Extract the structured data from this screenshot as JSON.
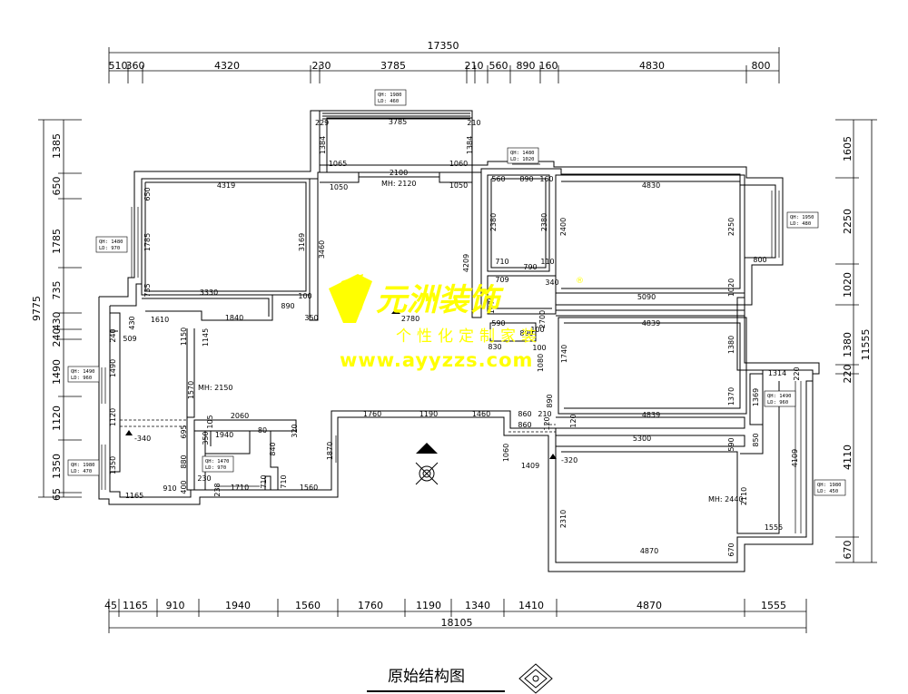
{
  "title": "原始结构图",
  "watermark": {
    "brand": "元洲装饰",
    "reg": "®",
    "slogan": "个性化定制家装",
    "url": "www.ayyzzs.com"
  },
  "top_total": "17350",
  "top_dims": [
    "510",
    "360",
    "4320",
    "230",
    "3785",
    "210",
    "560",
    "890",
    "160",
    "4830",
    "800"
  ],
  "bottom_total": "18105",
  "bottom_dims": [
    "45",
    "1165",
    "910",
    "1940",
    "1560",
    "1760",
    "1190",
    "1340",
    "1410",
    "4870",
    "1555"
  ],
  "left_total": "9775",
  "left_dims": [
    "1385",
    "650",
    "1785",
    "735",
    "430",
    "240",
    "1490",
    "1120",
    "1350",
    "65"
  ],
  "right_total": "11555",
  "right_dims": [
    "1605",
    "2250",
    "1020",
    "1380",
    "220",
    "4110",
    "670"
  ],
  "window_tags": [
    {
      "qh": "QH: 1980",
      "ld": "LD:  460"
    },
    {
      "qh": "QH: 1480",
      "ld": "LD: 1020"
    },
    {
      "qh": "QH: 1480",
      "ld": "LD:  970"
    },
    {
      "qh": "QH: 1950",
      "ld": "LD:  480"
    },
    {
      "qh": "QH: 1490",
      "ld": "LD:  960"
    },
    {
      "qh": "QH: 1490",
      "ld": "LD:  960"
    },
    {
      "qh": "QH: 1980",
      "ld": "LD:  470"
    },
    {
      "qh": "QH: 1470",
      "ld": "LD:  970"
    },
    {
      "qh": "QH: 1980",
      "ld": "LD:  450"
    }
  ],
  "heights": [
    "MH: 2120",
    "MH: 2150",
    "MH: 2440"
  ],
  "levels": [
    "-340",
    "-320"
  ],
  "inner_dims": [
    "229",
    "3785",
    "210",
    "1384",
    "1384",
    "1065",
    "2100",
    "1060",
    "1050",
    "1050",
    "4319",
    "650",
    "1785",
    "735",
    "3169",
    "3460",
    "4209",
    "3330",
    "890",
    "100",
    "350",
    "1610",
    "1840",
    "430",
    "509",
    "240",
    "1490",
    "1150",
    "1145",
    "1570",
    "1120",
    "1350",
    "2060",
    "1940",
    "80",
    "320",
    "105",
    "695",
    "350",
    "840",
    "880",
    "230",
    "400",
    "1710",
    "710",
    "710",
    "1560",
    "1165",
    "910",
    "238",
    "1760",
    "1190",
    "1460",
    "1870",
    "560",
    "890",
    "160",
    "2380",
    "2380",
    "710",
    "790",
    "110",
    "709",
    "340",
    "1570",
    "2780",
    "590",
    "890",
    "100",
    "2700",
    "830",
    "100",
    "1740",
    "1080",
    "890",
    "860",
    "860",
    "210",
    "120",
    "120",
    "1060",
    "1409",
    "2310",
    "4830",
    "2400",
    "2250",
    "800",
    "5090",
    "1020",
    "4839",
    "1380",
    "1314",
    "220",
    "1370",
    "1369",
    "4839",
    "5300",
    "590",
    "850",
    "4109",
    "2110",
    "1555",
    "4870",
    "670"
  ]
}
